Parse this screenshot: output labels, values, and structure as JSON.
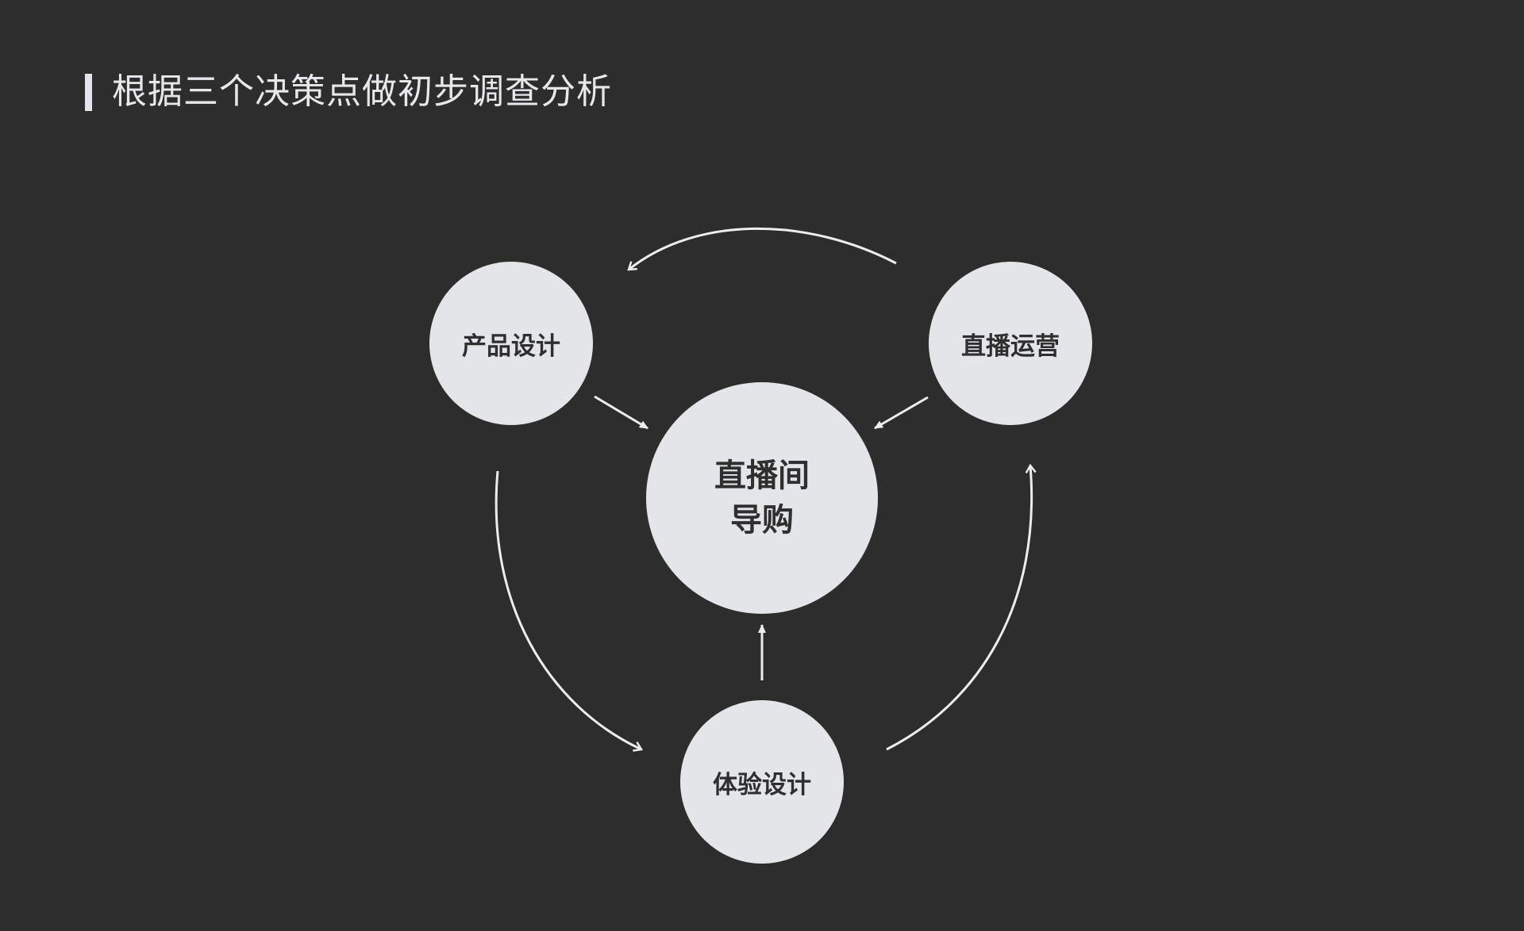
{
  "title": "根据三个决策点做初步调查分析",
  "nodes": {
    "center_line1": "直播间",
    "center_line2": "导购",
    "product_design": "产品设计",
    "live_operation": "直播运营",
    "experience_design": "体验设计"
  },
  "colors": {
    "background": "#2d2d2d",
    "node": "#e4e5e8",
    "line": "#ededed"
  }
}
